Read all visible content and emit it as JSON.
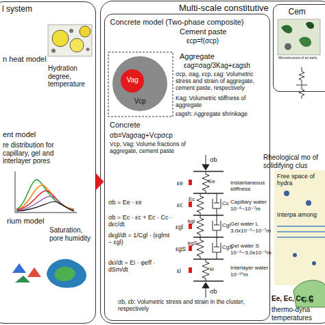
{
  "diagram": {
    "nodes": [
      {
        "text": [
          "l system"
        ]
      },
      {
        "text": [
          "Multi-scale constitutive"
        ]
      },
      {
        "text": [
          "Concrete model (Two-phase composite)"
        ],
        "in": 1
      },
      {
        "text": [
          "Cem"
        ],
        "in": 1
      },
      {
        "text": [
          "Vcp"
        ],
        "in": 2
      },
      {
        "text": [
          "Vag"
        ],
        "in": 4
      }
    ],
    "edges": [
      {
        "from": 0,
        "to": 2,
        "arrow": "to"
      }
    ],
    "labels": [
      "n heat model",
      "Hydration degree, temperature",
      "ent model",
      "re distribution for capillary, gel and interlayer pores",
      "rium model",
      "Saturation, pore humidity",
      "Cement paste",
      "εcp=f(σcp)",
      "Aggregate",
      "εag=σag/3Kag+εagsh",
      "σcp, σag, εcp, εag: Volumetric stress and strain of aggregate, cement paste, respectively",
      "Kag: Volumetric stiffness of aggregate",
      "εagsh: Aggregate shrinkage",
      "Concrete",
      "σb=Vagσag+Vcpσcp",
      "Vcp, Vag: Volume fractions of aggregate, cement paste",
      "σb = Ee · εe",
      "σb = Ec · εc + Ec · Cc · dεc/dt",
      "dεgl/dt = 1/Cgl · (εglmt − εgl)",
      "dεi/dt = Ei · φeff · dSm/dt",
      "σb, εb: Volumetric stress and strain in the cluster, respectively",
      "σb",
      "σb",
      "εe",
      "Ee",
      "εc",
      "Ec",
      "Cc",
      "εgl",
      "kgl",
      "Cgl",
      "εgS",
      "kgS",
      "CgS",
      "εi",
      "ki",
      "Instantaneous stiffness",
      "Capillary water",
      "10⁻⁶~10⁻⁷m",
      "Gel water L",
      "3.0x10⁻⁹~10⁻⁷m",
      "Gel water S",
      "10⁻⁹~3.0x10⁻⁹m",
      "Interlayer water",
      "10⁻¹⁰m",
      "Free space of hydra",
      "Interpa among",
      "C-S",
      "Rheological mo of solidifying clus",
      "Ee, Ec, Cc, C",
      "thermo-dyna temperatures",
      "Microstructure of an early"
    ]
  }
}
